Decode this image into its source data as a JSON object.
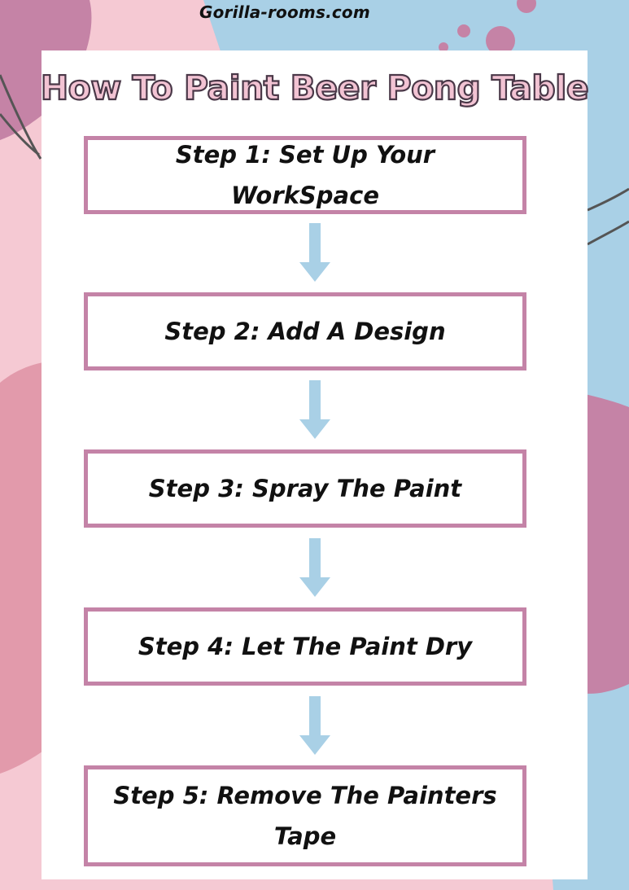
{
  "site": "Gorilla-rooms.com",
  "title": "How To Paint Beer Pong Table",
  "steps": [
    "Step 1: Set Up Your WorkSpace",
    "Step 2: Add A Design",
    "Step 3: Spray The Paint",
    "Step 4: Let The Paint Dry",
    "Step 5: Remove The Painters Tape"
  ],
  "colors": {
    "background_pink": "#f5c9d3",
    "background_blue": "#a9d0e6",
    "background_mauve": "#c583a6",
    "step_border": "#c483a7",
    "arrow": "#a9d0e6",
    "title_fill": "#f2c3d3",
    "title_outline": "#4a3848"
  }
}
